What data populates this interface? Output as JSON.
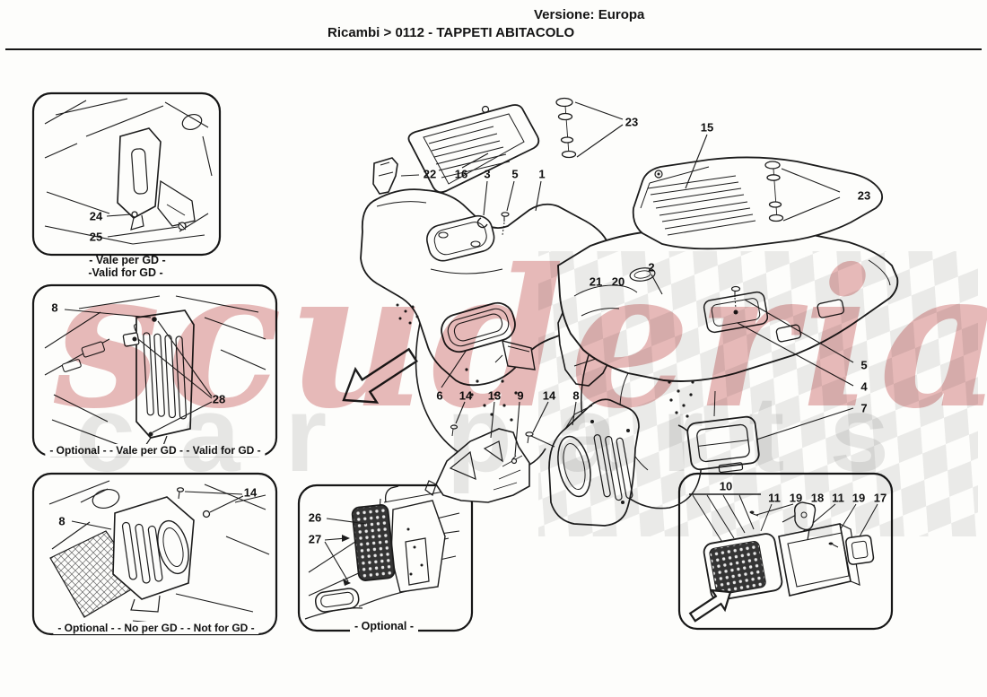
{
  "header": {
    "version": "Versione: Europa",
    "breadcrumb": "Ricambi > 0112 - TAPPETI ABITACOLO"
  },
  "watermark": {
    "brand": "scuderia",
    "tagline": "car parts",
    "brand_color": "#c34a4a",
    "checker_color": "#dcdcdc"
  },
  "diagram": {
    "callouts": [
      "22",
      "16",
      "3",
      "5",
      "1",
      "23",
      "15",
      "23",
      "2",
      "21",
      "20",
      "5",
      "4",
      "7",
      "6",
      "14",
      "13",
      "9",
      "14",
      "8"
    ]
  },
  "insets": {
    "valid_gd": {
      "callouts": [
        "24",
        "25"
      ],
      "caption1": "- Vale per GD -",
      "caption2": "-Valid for GD -"
    },
    "optional_valid_gd": {
      "callouts": [
        "8",
        "28"
      ],
      "caption": "- Optional - - Vale per GD - - Valid for GD -"
    },
    "optional_no_gd": {
      "callouts": [
        "8",
        "14"
      ],
      "caption": "- Optional - - No per GD - - Not for GD -"
    },
    "optional": {
      "callouts": [
        "26",
        "27"
      ],
      "caption": "- Optional -"
    },
    "footrest": {
      "callouts": [
        "10",
        "11",
        "19",
        "18",
        "11",
        "19",
        "17"
      ]
    }
  }
}
